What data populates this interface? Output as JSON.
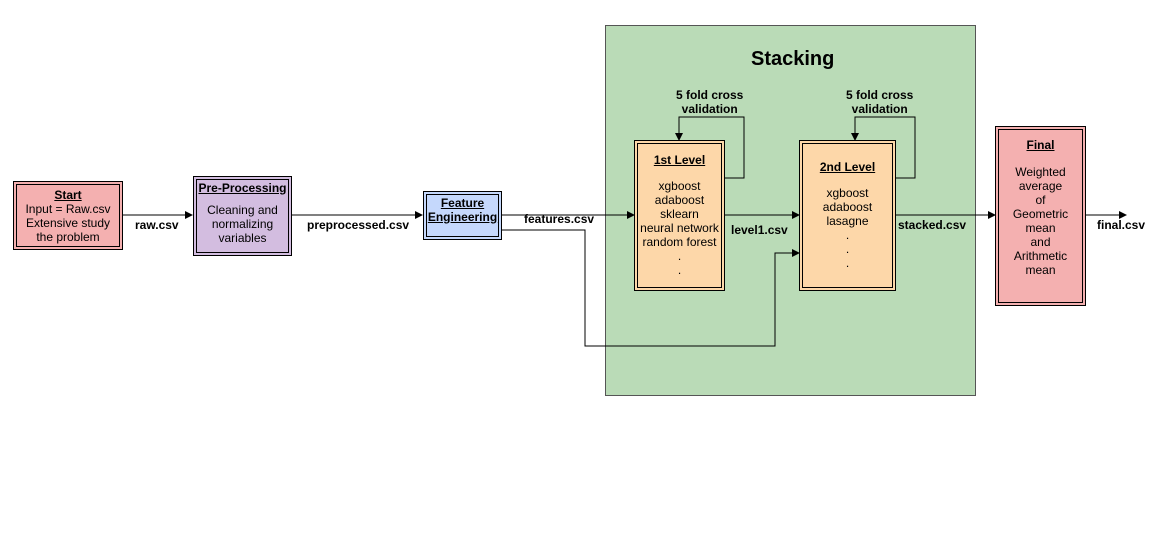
{
  "colors": {
    "start": "#f4b0b0",
    "preprocessing": "#d3bde0",
    "feature": "#c5d8fc",
    "level": "#fdd7a9",
    "final": "#f4b0b0",
    "stacking": "#badbb7"
  },
  "stacking": {
    "title": "Stacking"
  },
  "nodes": {
    "start": {
      "title": "Start",
      "lines": [
        "Input = Raw.csv",
        "Extensive study",
        "the problem"
      ]
    },
    "preprocessing": {
      "title": "Pre-Processing",
      "lines": [
        "Cleaning and",
        "normalizing",
        "variables"
      ]
    },
    "feature": {
      "title": "Feature\nEngineering"
    },
    "level1": {
      "title": "1st Level",
      "lines": [
        "xgboost",
        "adaboost",
        "sklearn",
        "neural network",
        "random forest",
        ".",
        "."
      ]
    },
    "level2": {
      "title": "2nd Level",
      "lines": [
        "xgboost",
        "adaboost",
        "lasagne",
        ".",
        ".",
        "."
      ]
    },
    "final": {
      "title": "Final",
      "lines": [
        "Weighted",
        "average",
        "of",
        "Geometric",
        "mean",
        "and",
        "Arithmetic",
        "mean"
      ]
    }
  },
  "edges": {
    "raw": "raw.csv",
    "preprocessed": "preprocessed.csv",
    "features": "features.csv",
    "level1": "level1.csv",
    "stacked": "stacked.csv",
    "final": "final.csv",
    "cv1": "5 fold cross\nvalidation",
    "cv2": "5 fold cross\nvalidation"
  }
}
